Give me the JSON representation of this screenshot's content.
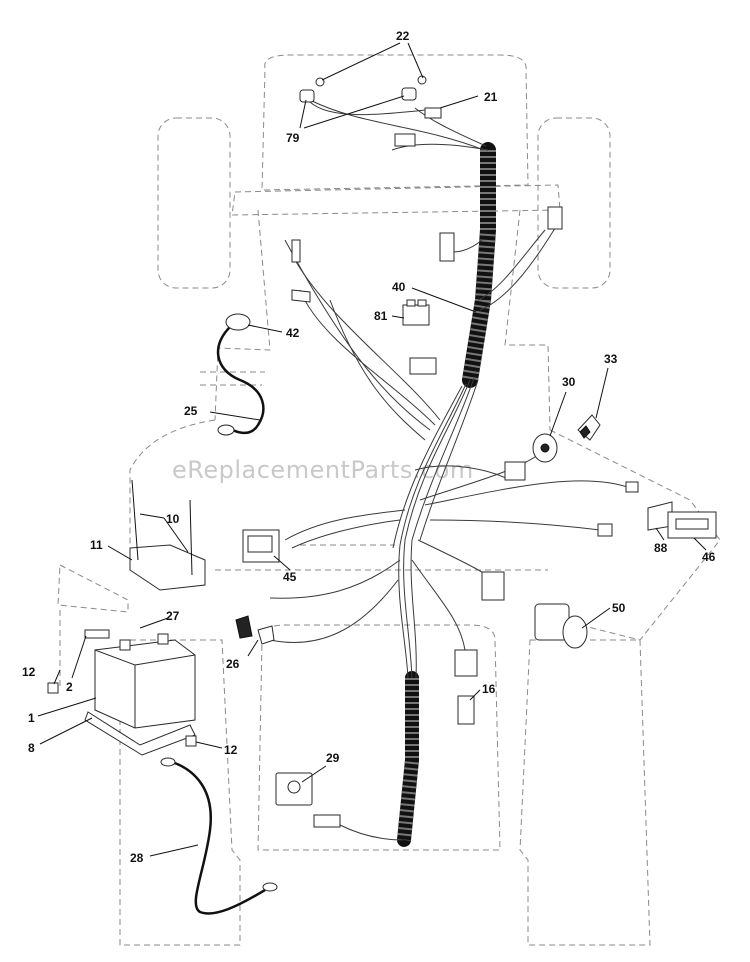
{
  "watermark": "eReplacementParts.com",
  "callouts": [
    {
      "id": "c22",
      "label": "22"
    },
    {
      "id": "c21",
      "label": "21"
    },
    {
      "id": "c79",
      "label": "79"
    },
    {
      "id": "c40",
      "label": "40"
    },
    {
      "id": "c81",
      "label": "81"
    },
    {
      "id": "c42",
      "label": "42"
    },
    {
      "id": "c33",
      "label": "33"
    },
    {
      "id": "c30",
      "label": "30"
    },
    {
      "id": "c25",
      "label": "25"
    },
    {
      "id": "c10",
      "label": "10"
    },
    {
      "id": "c11",
      "label": "11"
    },
    {
      "id": "c45",
      "label": "45"
    },
    {
      "id": "c88",
      "label": "88"
    },
    {
      "id": "c46",
      "label": "46"
    },
    {
      "id": "c27",
      "label": "27"
    },
    {
      "id": "c50",
      "label": "50"
    },
    {
      "id": "c12a",
      "label": "12"
    },
    {
      "id": "c2",
      "label": "2"
    },
    {
      "id": "c26",
      "label": "26"
    },
    {
      "id": "c16",
      "label": "16"
    },
    {
      "id": "c1",
      "label": "1"
    },
    {
      "id": "c8",
      "label": "8"
    },
    {
      "id": "c12b",
      "label": "12"
    },
    {
      "id": "c29",
      "label": "29"
    },
    {
      "id": "c28",
      "label": "28"
    }
  ]
}
